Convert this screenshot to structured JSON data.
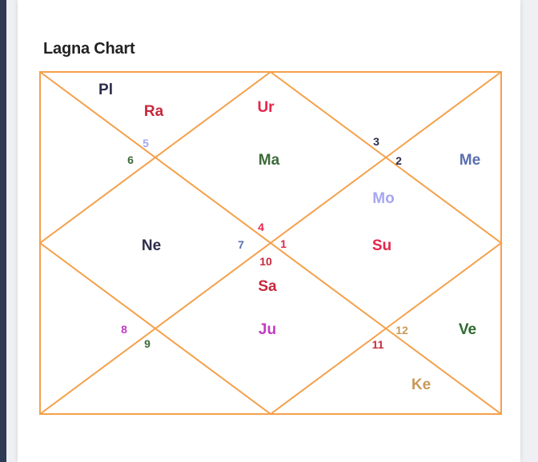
{
  "title": "Lagna Chart",
  "colors": {
    "line": "#f5a04a",
    "dark_navy": "#2b2d4a",
    "red": "#c8283c",
    "green": "#3d6b3a",
    "lilac": "#a6a6f0",
    "slate_blue": "#5a6fae",
    "magenta": "#c23bc0",
    "crimson": "#e5264a",
    "tan": "#c9995a",
    "dark_green": "#2d6a2e"
  },
  "chart": {
    "houses": [
      {
        "number": "1",
        "color": "#e5264a"
      },
      {
        "number": "2",
        "color": "#2b2d4a"
      },
      {
        "number": "3",
        "color": "#2b2d4a"
      },
      {
        "number": "4",
        "color": "#e5264a"
      },
      {
        "number": "5",
        "color": "#a6a6f0"
      },
      {
        "number": "6",
        "color": "#3d6b3a"
      },
      {
        "number": "7",
        "color": "#5a6fae"
      },
      {
        "number": "8",
        "color": "#c23bc0"
      },
      {
        "number": "9",
        "color": "#3d6b3a"
      },
      {
        "number": "10",
        "color": "#c8283c"
      },
      {
        "number": "11",
        "color": "#c8283c"
      },
      {
        "number": "12",
        "color": "#c9995a"
      }
    ],
    "planets": [
      {
        "abbr": "Pl",
        "color": "#2b2d4a"
      },
      {
        "abbr": "Ra",
        "color": "#c8283c"
      },
      {
        "abbr": "Ur",
        "color": "#e5264a"
      },
      {
        "abbr": "Ma",
        "color": "#3d6b3a"
      },
      {
        "abbr": "Me",
        "color": "#5a6fae"
      },
      {
        "abbr": "Mo",
        "color": "#a6a6f0"
      },
      {
        "abbr": "Ne",
        "color": "#2b2d4a"
      },
      {
        "abbr": "Su",
        "color": "#e5264a"
      },
      {
        "abbr": "Sa",
        "color": "#c8283c"
      },
      {
        "abbr": "Ju",
        "color": "#c23bc0"
      },
      {
        "abbr": "Ve",
        "color": "#2d6a2e"
      },
      {
        "abbr": "Ke",
        "color": "#c9995a"
      }
    ]
  }
}
